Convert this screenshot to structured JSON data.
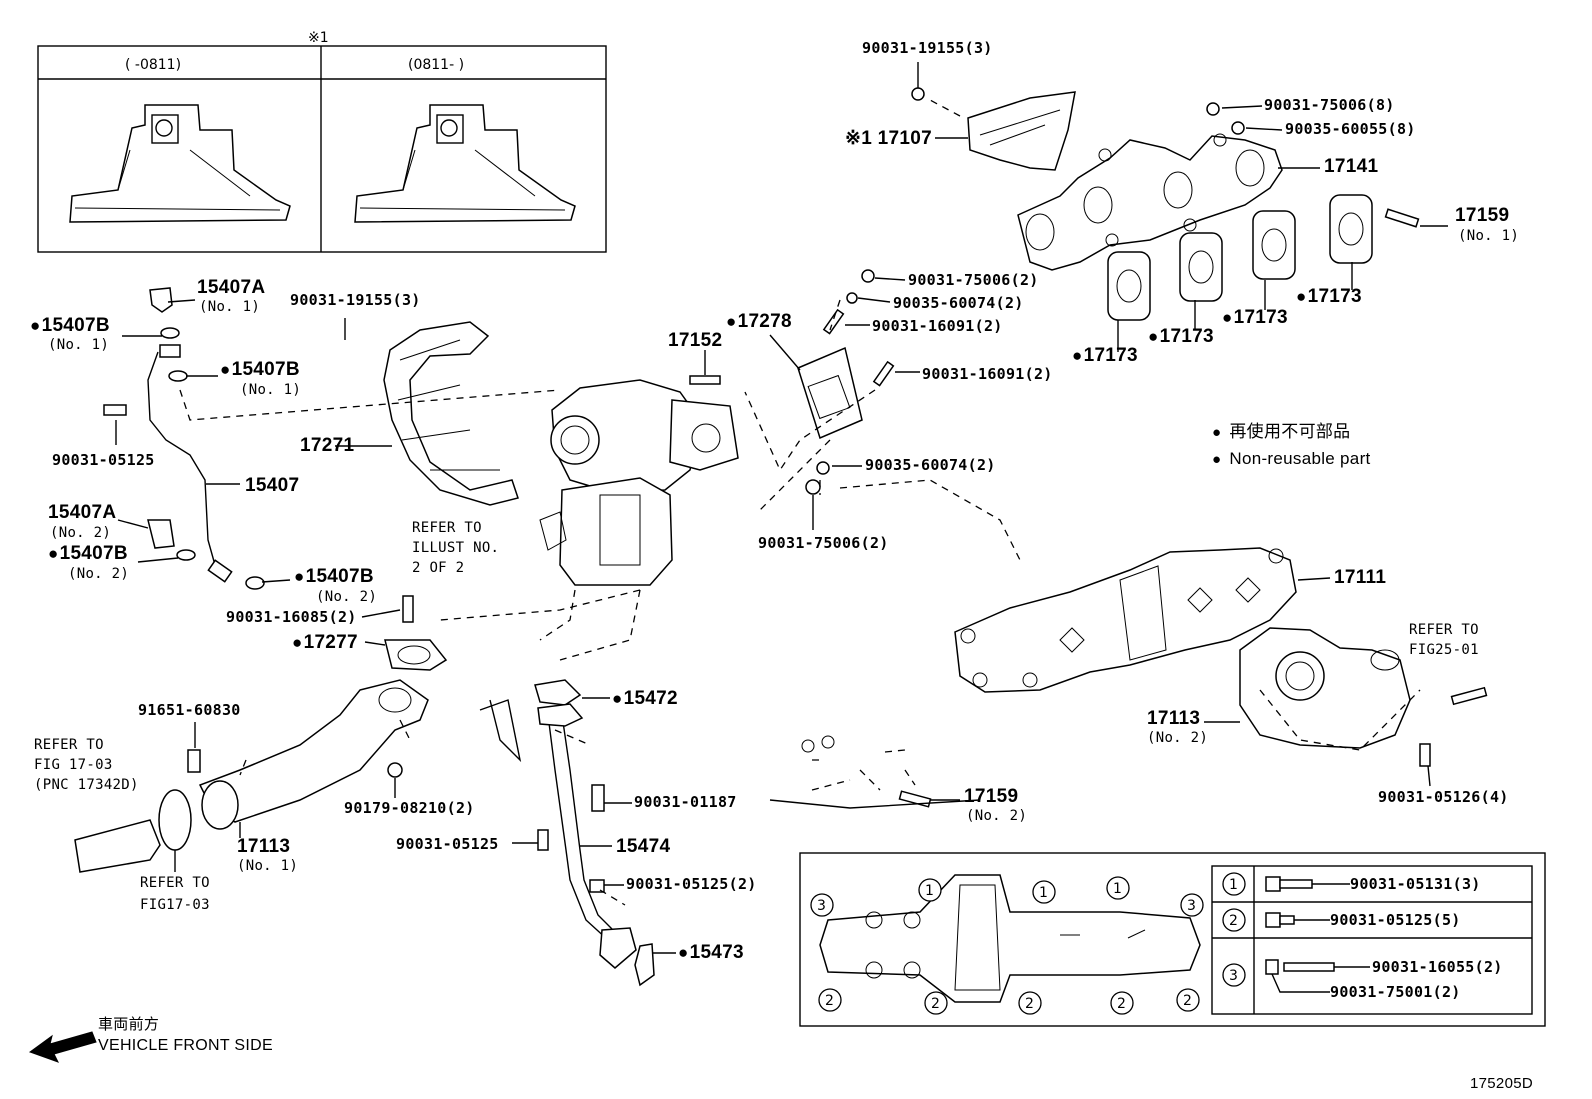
{
  "inset": {
    "note_mark": "※1",
    "left_header": "(      -0811)",
    "right_header": "(0811-      )"
  },
  "labels": {
    "p90031_19155_top": "90031-19155(3)",
    "p17107": "※1 17107",
    "p90031_75006_8": "90031-75006(8)",
    "p90035_60055_8": "90035-60055(8)",
    "p17141": "17141",
    "p17159_no1": "17159",
    "p17159_no1_sub": "(No. 1)",
    "p15407A_no1": "15407A",
    "p15407A_no1_sub": "(No. 1)",
    "p15407B_a": "15407B",
    "p15407B_a_sub": "(No. 1)",
    "p90031_19155_mid": "90031-19155(3)",
    "p15407B_b": "15407B",
    "p15407B_b_sub": "(No. 1)",
    "p90031_75006_2a": "90031-75006(2)",
    "p90035_60074_2a": "90035-60074(2)",
    "p90031_16091_2a": "90031-16091(2)",
    "p90031_16091_2b": "90031-16091(2)",
    "p17173_a": "17173",
    "p17173_b": "17173",
    "p17173_c": "17173",
    "p17173_d": "17173",
    "p17152": "17152",
    "p17278": "17278",
    "p90031_05125_a": "90031-05125",
    "p15407": "15407",
    "p17271": "17271",
    "legend_jp": "再使用不可部品",
    "legend_en": "Non-reusable part",
    "p90035_60074_2b": "90035-60074(2)",
    "p15407A_no2": "15407A",
    "p15407A_no2_sub": "(No. 2)",
    "p15407B_c": "15407B",
    "p15407B_c_sub": "(No. 2)",
    "refer_illust_1": "REFER TO",
    "refer_illust_2": "ILLUST NO.",
    "refer_illust_3": "2 OF 2",
    "p90031_75006_2b": "90031-75006(2)",
    "p15407B_d": "15407B",
    "p15407B_d_sub": "(No. 2)",
    "p90031_16085_2": "90031-16085(2)",
    "p17111": "17111",
    "p17277": "17277",
    "refer_fig2501_1": "REFER TO",
    "refer_fig2501_2": "FIG25-01",
    "p15472": "15472",
    "p91651_60830": "91651-60830",
    "p17113_no2": "17113",
    "p17113_no2_sub": "(No. 2)",
    "refer_fig1703a_1": "REFER TO",
    "refer_fig1703a_2": "FIG 17-03",
    "refer_fig1703a_3": "(PNC 17342D)",
    "p90031_01187": "90031-01187",
    "p90179_08210_2": "90179-08210(2)",
    "p17159_no2": "17159",
    "p17159_no2_sub": "(No. 2)",
    "p90031_05126_4": "90031-05126(4)",
    "p17113_no1": "17113",
    "p17113_no1_sub": "(No. 1)",
    "p90031_05125_b": "90031-05125",
    "p15474": "15474",
    "refer_fig1703b_1": "REFER TO",
    "refer_fig1703b_2": "FIG17-03",
    "p90031_05125_2": "90031-05125(2)",
    "p15473": "15473",
    "front_jp": "車両前方",
    "front_en": "VEHICLE FRONT SIDE",
    "figure_id": "175205D"
  },
  "bolt_table": {
    "rows": [
      {
        "key": "1",
        "part": "90031-05131(3)"
      },
      {
        "key": "2",
        "part": "90031-05125(5)"
      },
      {
        "key": "3",
        "part": "90031-16055(2)",
        "part2": "90031-75001(2)"
      }
    ],
    "gasket_markers": {
      "top": [
        "3",
        "1",
        "1",
        "1",
        "3"
      ],
      "bottom": [
        "2",
        "2",
        "2",
        "2",
        "2"
      ]
    }
  }
}
